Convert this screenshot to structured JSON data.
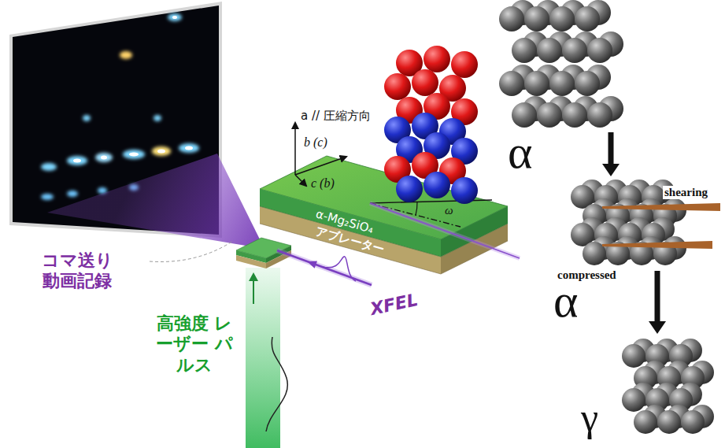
{
  "diagram": {
    "nodes": [
      {
        "text": [
          "α-Mg₂SiO₄"
        ]
      },
      {
        "text": [
          "アブレーター"
        ]
      },
      {
        "text": [
          "α"
        ]
      },
      {
        "text": [
          "α"
        ]
      },
      {
        "text": [
          "γ"
        ]
      }
    ],
    "edges": [
      {
        "from": 2,
        "to": 3,
        "arrow": "to"
      },
      {
        "from": 3,
        "to": 4,
        "arrow": "to"
      }
    ],
    "labels": [
      "コマ送り 動画記録",
      "a // 圧縮方向",
      "b (c)",
      "c (b)",
      "ω",
      "XFEL",
      "高強度 レーザー パルス",
      "shearing",
      "compressed"
    ]
  }
}
